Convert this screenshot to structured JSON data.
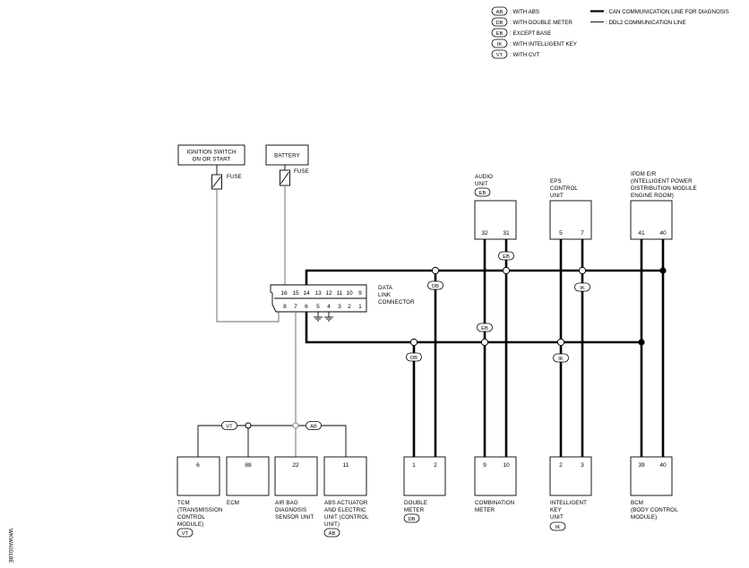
{
  "legend": {
    "options": [
      {
        "code": "AB",
        "text": ": WITH ABS"
      },
      {
        "code": "DB",
        "text": ": WITH DOUBLE METER"
      },
      {
        "code": "EB",
        "text": ": EXCEPT BASE"
      },
      {
        "code": "IK",
        "text": ": WITH INTELLIGENT KEY"
      },
      {
        "code": "VT",
        "text": ": WITH CVT"
      }
    ],
    "lines": [
      {
        "style": "thick",
        "text": ": CAN COMMUNICATION LINE FOR DIAGNOSIS"
      },
      {
        "style": "thin",
        "text": ": DDL2 COMMUNICATION LINE"
      }
    ]
  },
  "power": {
    "ignition": {
      "line1": "IGNITION SWITCH",
      "line2": "ON OR START"
    },
    "battery": "BATTERY",
    "fuse": "FUSE"
  },
  "data_link_connector": {
    "label": [
      "DATA",
      "LINK",
      "CONNECTOR"
    ],
    "top_pins": [
      "16",
      "15",
      "14",
      "13",
      "12",
      "11",
      "10",
      "9"
    ],
    "bottom_pins": [
      "8",
      "7",
      "6",
      "5",
      "4",
      "3",
      "2",
      "1"
    ]
  },
  "top_modules": {
    "audio": {
      "label": [
        "AUDIO",
        "UNIT"
      ],
      "tag": "EB",
      "pins": [
        "32",
        "31"
      ]
    },
    "eps": {
      "label": [
        "EPS",
        "CONTROL",
        "UNIT"
      ],
      "pins": [
        "5",
        "7"
      ]
    },
    "ipdm": {
      "label": [
        "IPDM E/R",
        "(INTELLIGENT POWER",
        "DISTRIBUTION MODULE",
        "ENGINE ROOM)"
      ],
      "pins": [
        "41",
        "40"
      ]
    }
  },
  "wire_tags": {
    "db_upper": "DB",
    "eb_audio": "EB",
    "ik_upper": "IK",
    "eb_lower": "EB",
    "db_lower": "DB",
    "ik_lower": "IK",
    "vt_branch": "VT",
    "ab_branch": "AB"
  },
  "bottom_modules": {
    "tcm": {
      "pin": "6",
      "label": [
        "TCM",
        "(TRANSMISSION",
        "CONTROL",
        "MODULE)"
      ],
      "tag": "VT"
    },
    "ecm": {
      "pin": "88",
      "label": [
        "ECM"
      ]
    },
    "airbag": {
      "pin": "22",
      "label": [
        "AIR BAG",
        "DIAGNOSIS",
        "SENSOR UNIT"
      ]
    },
    "abs": {
      "pin": "11",
      "label": [
        "ABS ACTUATOR",
        "AND ELECTRIC",
        "UNIT (CONTROL",
        "UNIT)"
      ],
      "tag": "AB"
    },
    "double_meter": {
      "pins": [
        "1",
        "2"
      ],
      "label": [
        "DOUBLE",
        "METER"
      ],
      "tag": "DB"
    },
    "combination_meter": {
      "pins": [
        "9",
        "10"
      ],
      "label": [
        "COMBINATION",
        "METER"
      ]
    },
    "intelligent_key": {
      "pins": [
        "2",
        "3"
      ],
      "label": [
        "INTELLIGENT",
        "KEY",
        "UNIT"
      ],
      "tag": "IK"
    },
    "bcm": {
      "pins": [
        "39",
        "40"
      ],
      "label": [
        "BCM",
        "(BODY CONTROL",
        "MODULE)"
      ]
    }
  },
  "figure_id": "WKWA0018E"
}
